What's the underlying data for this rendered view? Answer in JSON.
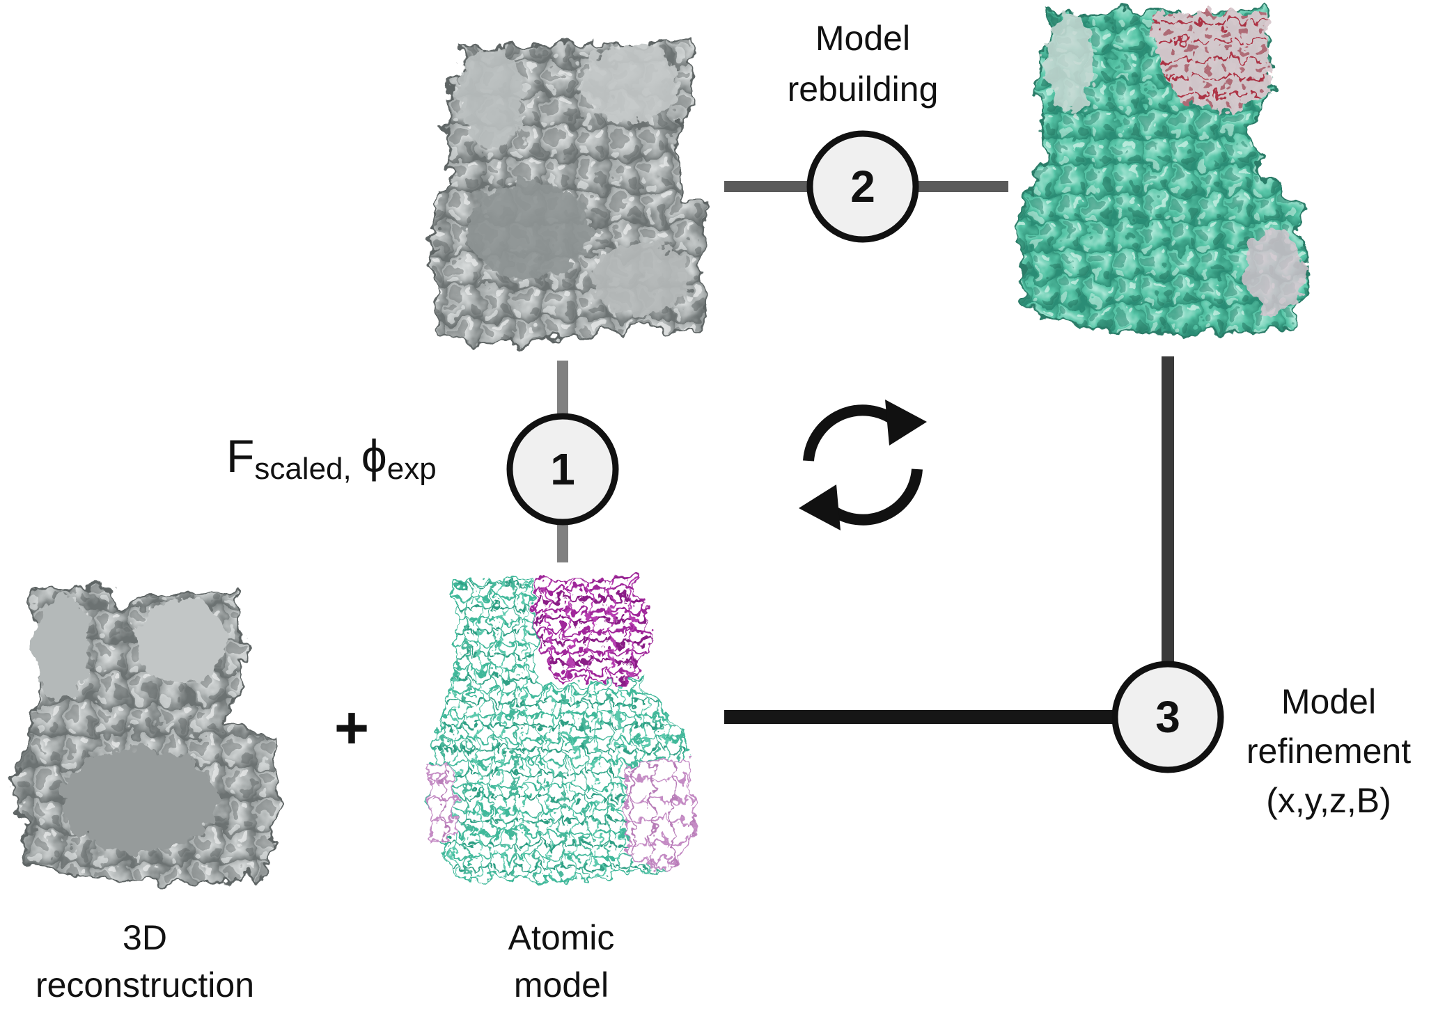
{
  "colors": {
    "density_gray": "#9ea3a3",
    "density_dark": "#6f7575",
    "density_light": "#d3d7d7",
    "model_teal": "#3fb89a",
    "model_magenta": "#a0269a",
    "model_pink": "#c48bc4",
    "model_red": "#b02a3e",
    "connector_light": "#808080",
    "connector_mid": "#5a5a5a",
    "connector_dark": "#161616",
    "circle_fill": "#f0f0f0",
    "circle_stroke": "#111111"
  },
  "steps": [
    {
      "number": "1"
    },
    {
      "number": "2",
      "label_line1": "Model",
      "label_line2": "rebuilding"
    },
    {
      "number": "3",
      "label_line1": "Model",
      "label_line2": "refinement",
      "label_line3": "(x,y,z,B)"
    }
  ],
  "formula": {
    "F": "F",
    "F_sub": "scaled,",
    "phi": "ϕ",
    "phi_sub": "exp"
  },
  "plus_sign": "+",
  "inputs": {
    "reconstruction_line1": "3D",
    "reconstruction_line2": "reconstruction",
    "model_line1": "Atomic",
    "model_line2": "model"
  },
  "icons": {
    "cycle": "refresh-cycle-icon"
  }
}
